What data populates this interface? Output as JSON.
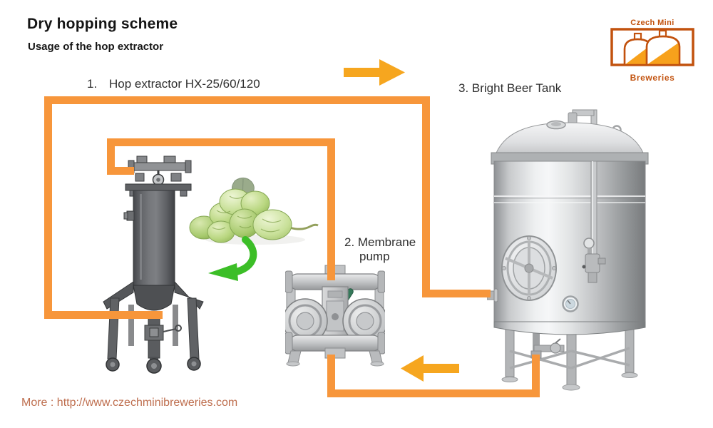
{
  "header": {
    "title": "Dry hopping scheme",
    "subtitle": "Usage of the hop extractor"
  },
  "logo": {
    "line_top": "Czech Mini",
    "line_bottom": "Breweries"
  },
  "steps": {
    "step1": {
      "number": "1.",
      "label": "Hop extractor HX-25/60/120"
    },
    "step2": {
      "line1": "2. Membrane",
      "line2": "pump"
    },
    "step3": {
      "label": "3. Bright Beer Tank"
    }
  },
  "footer": {
    "text": "More : http://www.czechminibreweries.com"
  },
  "flow_arrows": {
    "top_arrow_direction": "right",
    "bottom_arrow_direction": "left",
    "recirculation_arrow": "curved down-left"
  },
  "colors": {
    "pipe": "#F7963B",
    "flow_arrow": "#F6A61F",
    "recirculation_arrow": "#3CBE27",
    "logo_outline": "#C2520E",
    "logo_fill": "#F7A11C",
    "footer_text": "#BE6E4E"
  }
}
